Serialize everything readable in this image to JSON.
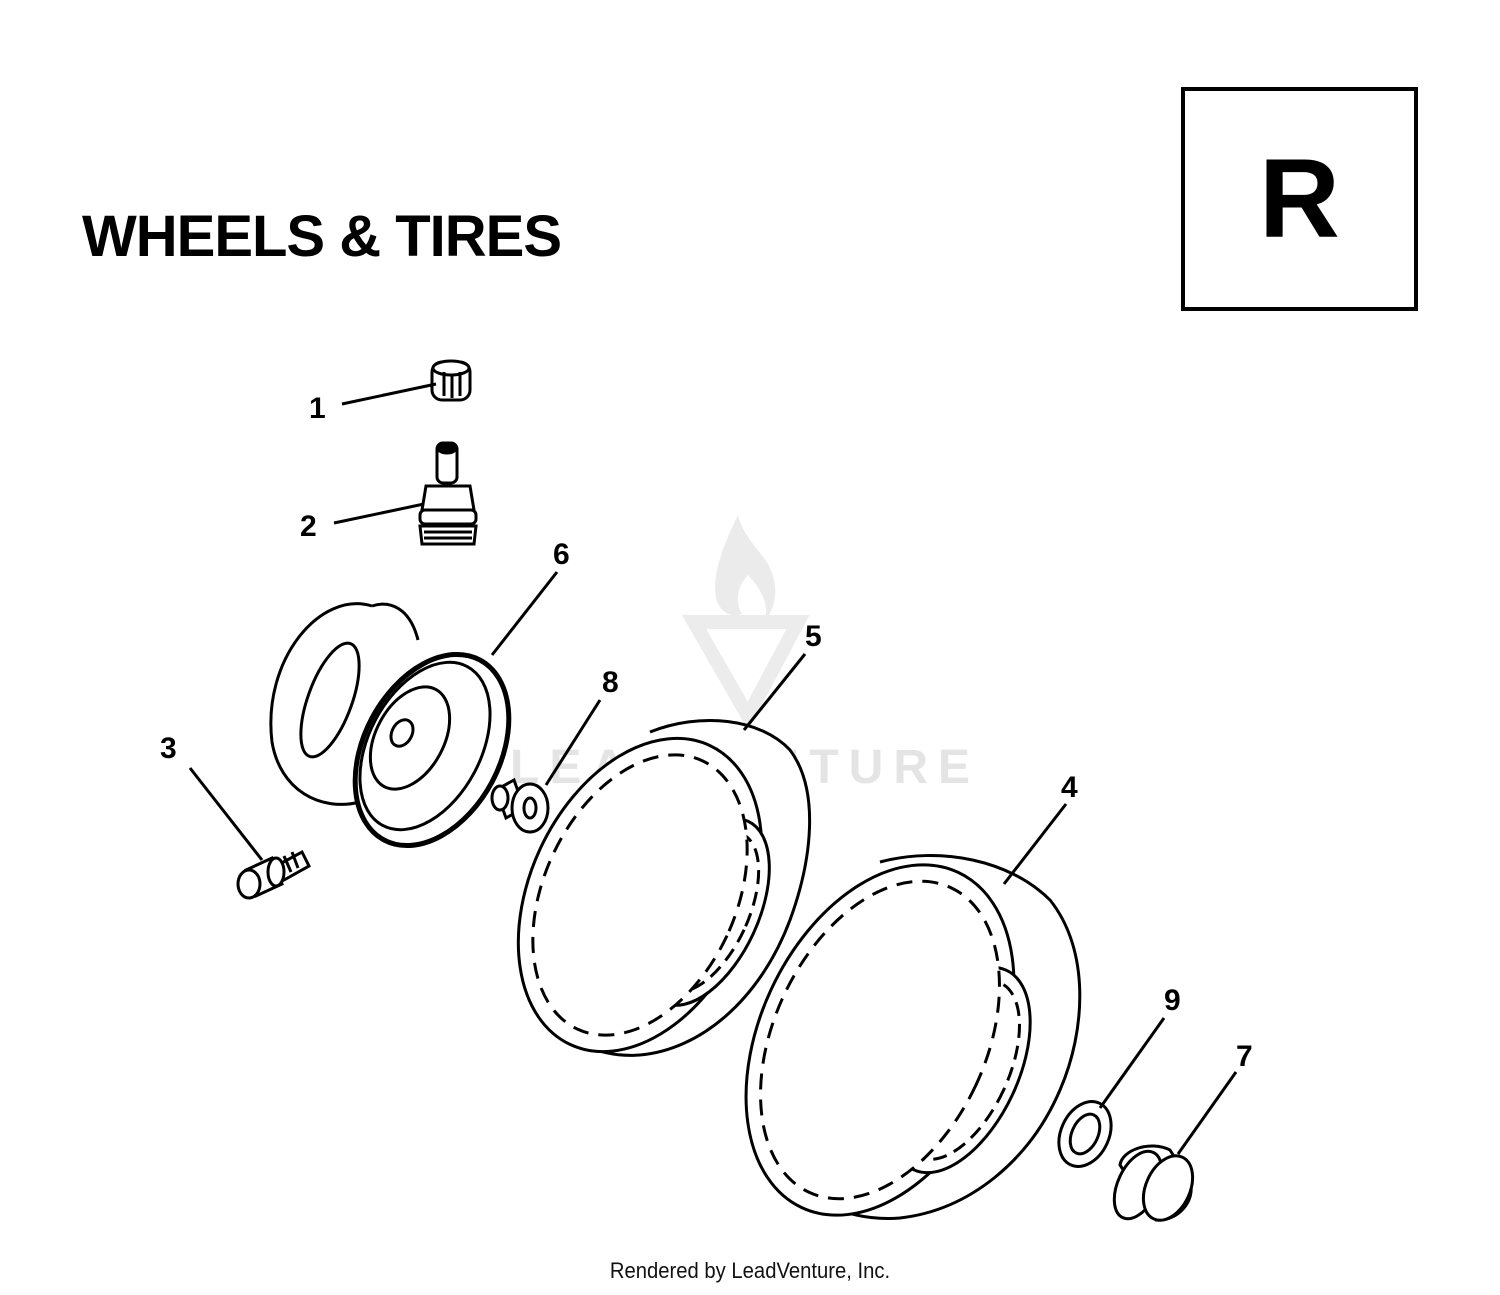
{
  "title": "WHEELS & TIRES",
  "section_letter": "R",
  "footer": "Rendered by LeadVenture, Inc.",
  "watermark": "LEADVENTURE",
  "callouts": [
    "1",
    "2",
    "3",
    "4",
    "5",
    "6",
    "7",
    "8",
    "9"
  ]
}
